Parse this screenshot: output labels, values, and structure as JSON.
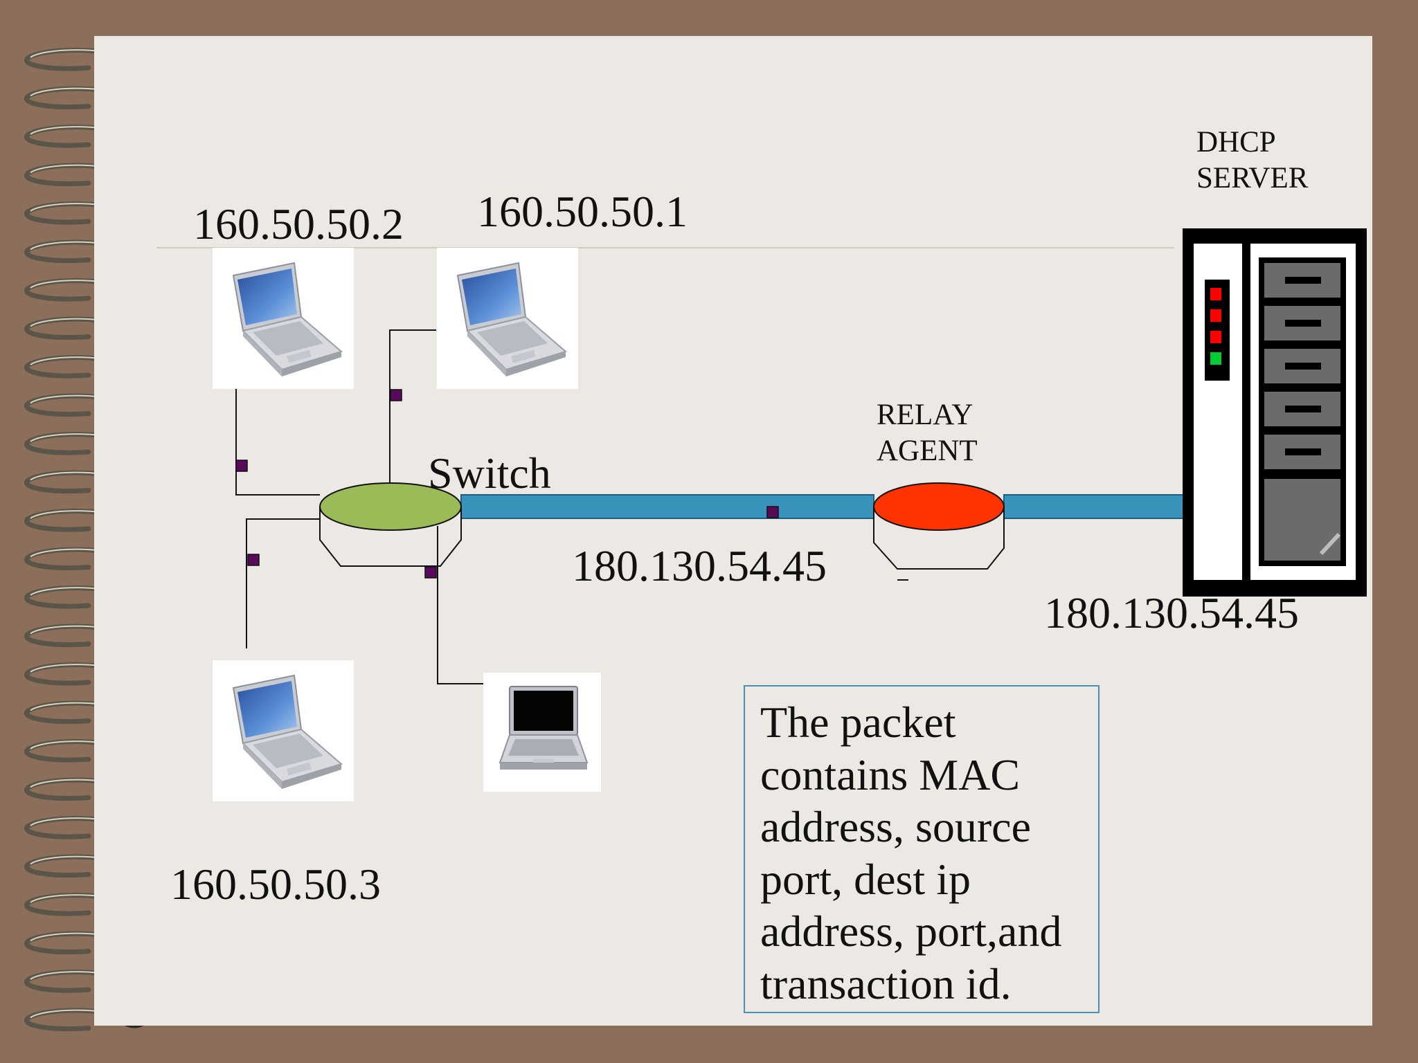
{
  "colors": {
    "background": "#8c6f5b",
    "paper": "#ece8e3",
    "switch_fill": "#9bbb59",
    "relay_fill": "#ff3300",
    "link_fill": "#3a93bb",
    "packet": "#5a0a5a",
    "note_border": "#4a8fb8"
  },
  "devices": {
    "laptop_top_left_ip": "160.50.50.2",
    "laptop_top_right_ip": "160.50.50.1",
    "laptop_bottom_left_ip": "160.50.50.3"
  },
  "switch": {
    "label": "Switch"
  },
  "relay_agent": {
    "label_line1": "RELAY",
    "label_line2": "AGENT"
  },
  "link_ips": {
    "switch_to_relay": "180.130.54.45",
    "relay_to_server": "180.130.54.45"
  },
  "dhcp_server": {
    "label_line1": "DHCP",
    "label_line2": "SERVER"
  },
  "note": {
    "text": "The packet\ncontains MAC\naddress, source\nport, dest ip\naddress, port,and\ntransaction id."
  },
  "icons": [
    "spiral-binding-icon",
    "laptop-icon",
    "server-icon",
    "packet-icon"
  ]
}
